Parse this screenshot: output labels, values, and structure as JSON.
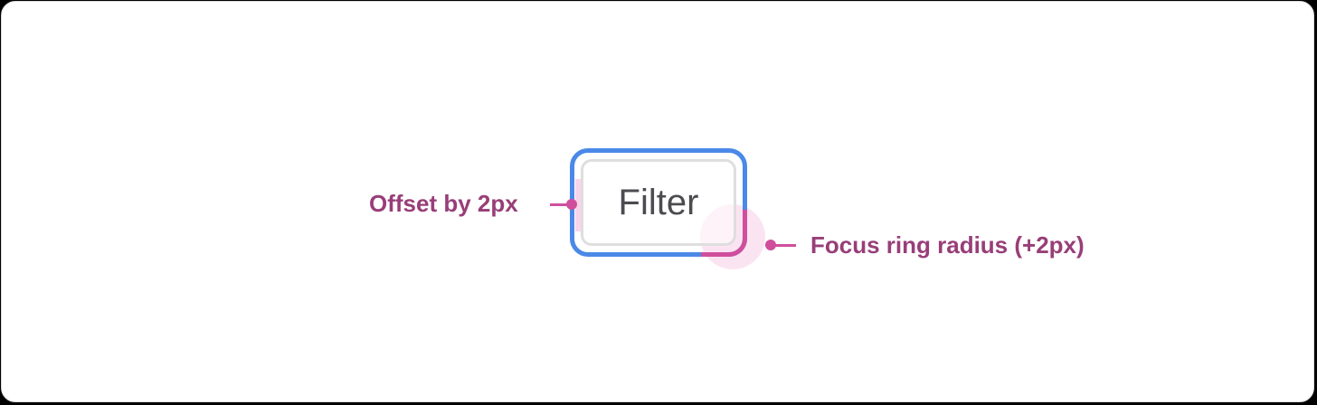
{
  "diagram": {
    "button": {
      "label": "Filter"
    },
    "annotations": [
      {
        "id": "offset",
        "text": "Offset by 2px",
        "side": "left"
      },
      {
        "id": "radius",
        "text": "Focus ring radius (+2px)",
        "side": "right"
      }
    ],
    "colors": {
      "focus_ring": "#4a89e8",
      "accent_pink": "#d04f9c",
      "label_text": "#983e78",
      "button_border": "#dedede",
      "button_text": "#4b4b50",
      "highlight_fill": "#fad4ea"
    }
  }
}
